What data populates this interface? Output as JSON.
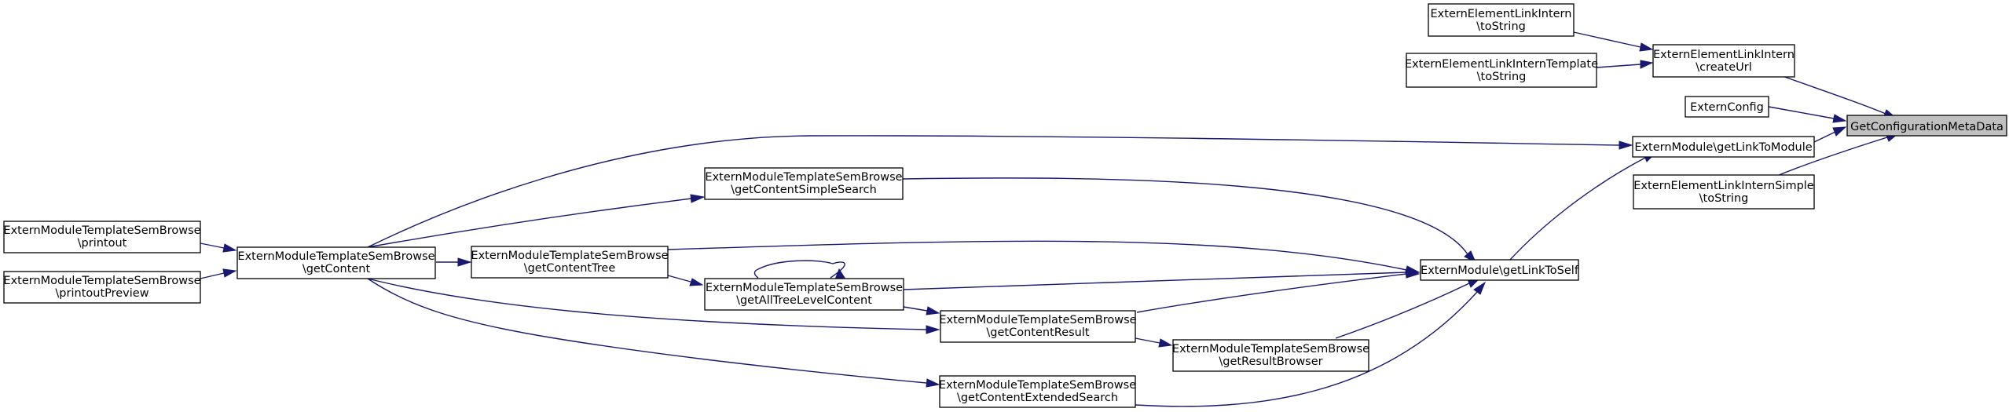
{
  "nodes": {
    "gcmd": {
      "line1": "GetConfigurationMetaData",
      "line2": ""
    },
    "elinkToString": {
      "line1": "ExternElementLinkIntern",
      "line2": "\\toString"
    },
    "elinkCreateUrl": {
      "line1": "ExternElementLinkIntern",
      "line2": "\\createUrl"
    },
    "elinkTemplate": {
      "line1": "ExternElementLinkInternTemplate",
      "line2": "\\toString"
    },
    "externConfig": {
      "line1": "ExternConfig",
      "line2": ""
    },
    "getLinkToModule": {
      "line1": "ExternModule\\getLinkToModule",
      "line2": ""
    },
    "elinkSimple": {
      "line1": "ExternElementLinkInternSimple",
      "line2": "\\toString"
    },
    "getSimpleSearch": {
      "line1": "ExternModuleTemplateSemBrowse",
      "line2": "\\getContentSimpleSearch"
    },
    "getLinkToSelf": {
      "line1": "ExternModule\\getLinkToSelf",
      "line2": ""
    },
    "printout": {
      "line1": "ExternModuleTemplateSemBrowse",
      "line2": "\\printout"
    },
    "getContent": {
      "line1": "ExternModuleTemplateSemBrowse",
      "line2": "\\getContent"
    },
    "getContentTree": {
      "line1": "ExternModuleTemplateSemBrowse",
      "line2": "\\getContentTree"
    },
    "printoutPreview": {
      "line1": "ExternModuleTemplateSemBrowse",
      "line2": "\\printoutPreview"
    },
    "getAllTree": {
      "line1": "ExternModuleTemplateSemBrowse",
      "line2": "\\getAllTreeLevelContent"
    },
    "getContentResult": {
      "line1": "ExternModuleTemplateSemBrowse",
      "line2": "\\getContentResult"
    },
    "getResultBrowser": {
      "line1": "ExternModuleTemplateSemBrowse",
      "line2": "\\getResultBrowser"
    },
    "getExtended": {
      "line1": "ExternModuleTemplateSemBrowse",
      "line2": "\\getContentExtendedSearch"
    }
  },
  "colors": {
    "edge": "#191970",
    "highlight": "#bfbfbf"
  }
}
